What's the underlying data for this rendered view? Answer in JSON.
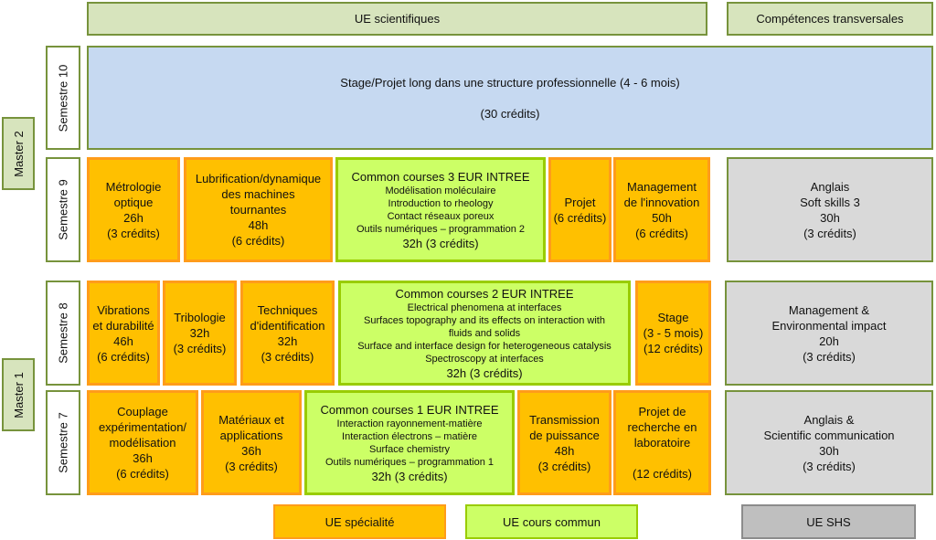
{
  "header": {
    "scientific": "UE scientifiques",
    "transversal": "Compétences transversales"
  },
  "masters": {
    "m2": "Master 2",
    "m1": "Master 1"
  },
  "semesters": {
    "s10": "Semestre 10",
    "s9": "Semestre 9",
    "s8": "Semestre 8",
    "s7": "Semestre 7"
  },
  "s10": {
    "stage": [
      "Stage/Projet long dans une structure professionnelle (4 - 6 mois)",
      "",
      "(30 crédits)"
    ]
  },
  "s9": {
    "metrologie": [
      "Métrologie",
      "optique",
      "26h",
      "(3 crédits)"
    ],
    "lubrification": [
      "Lubrification/dynamique",
      "des machines",
      "tournantes",
      "48h",
      "(6 crédits)"
    ],
    "common3": {
      "title": "Common courses 3 EUR INTREE",
      "items": [
        "Modélisation moléculaire",
        "Introduction to rheology",
        "Contact réseaux poreux",
        "Outils numériques – programmation 2"
      ],
      "hours": "32h (3 crédits)"
    },
    "projet": [
      "Projet",
      "(6 crédits)"
    ],
    "management": [
      "Management",
      "de l'innovation",
      "50h",
      "(6 crédits)"
    ],
    "anglais": [
      "Anglais",
      "Soft skills 3",
      "30h",
      "(3 crédits)"
    ]
  },
  "s8": {
    "vibrations": [
      "Vibrations",
      "et durabilité",
      "46h",
      "(6 crédits)"
    ],
    "tribologie": [
      "Tribologie",
      "32h",
      "(3 crédits)"
    ],
    "techniques": [
      "Techniques",
      "d'identification",
      "32h",
      "(3 crédits)"
    ],
    "common2": {
      "title": "Common courses 2 EUR INTREE",
      "items": [
        "Electrical phenomena at interfaces",
        "Surfaces topography and its effects on interaction with",
        "fluids and solids",
        "Surface and interface design for heterogeneous catalysis",
        "Spectroscopy at interfaces"
      ],
      "hours": "32h (3 crédits)"
    },
    "stage": [
      "Stage",
      "(3 - 5 mois)",
      "(12 crédits)"
    ],
    "management": [
      "Management &",
      "Environmental impact",
      "20h",
      "(3 crédits)"
    ]
  },
  "s7": {
    "couplage": [
      "Couplage",
      "expérimentation/",
      "modélisation",
      "36h",
      "(6 crédits)"
    ],
    "materiaux": [
      "Matériaux et",
      "applications",
      "36h",
      "(3 crédits)"
    ],
    "common1": {
      "title": "Common courses 1 EUR INTREE",
      "items": [
        "Interaction rayonnement-matière",
        "Interaction électrons – matière",
        "Surface chemistry",
        "Outils numériques – programmation 1"
      ],
      "hours": "32h (3 crédits)"
    },
    "transmission": [
      "Transmission",
      "de puissance",
      "48h",
      "(3 crédits)"
    ],
    "projet": [
      "Projet de",
      "recherche en",
      "laboratoire",
      "",
      "(12 crédits)"
    ],
    "anglais": [
      "Anglais &",
      "Scientific communication",
      "30h",
      "(3 crédits)"
    ]
  },
  "legend": {
    "specialite": "UE spécialité",
    "commun": "UE cours commun",
    "shs": "UE SHS"
  },
  "colors": {
    "specialite": "#ffc000",
    "commun": "#ccff66",
    "shs": "#d9d9d9",
    "stage": "#c6d9f1",
    "header": "#d7e4bd",
    "border": "#77933c"
  }
}
